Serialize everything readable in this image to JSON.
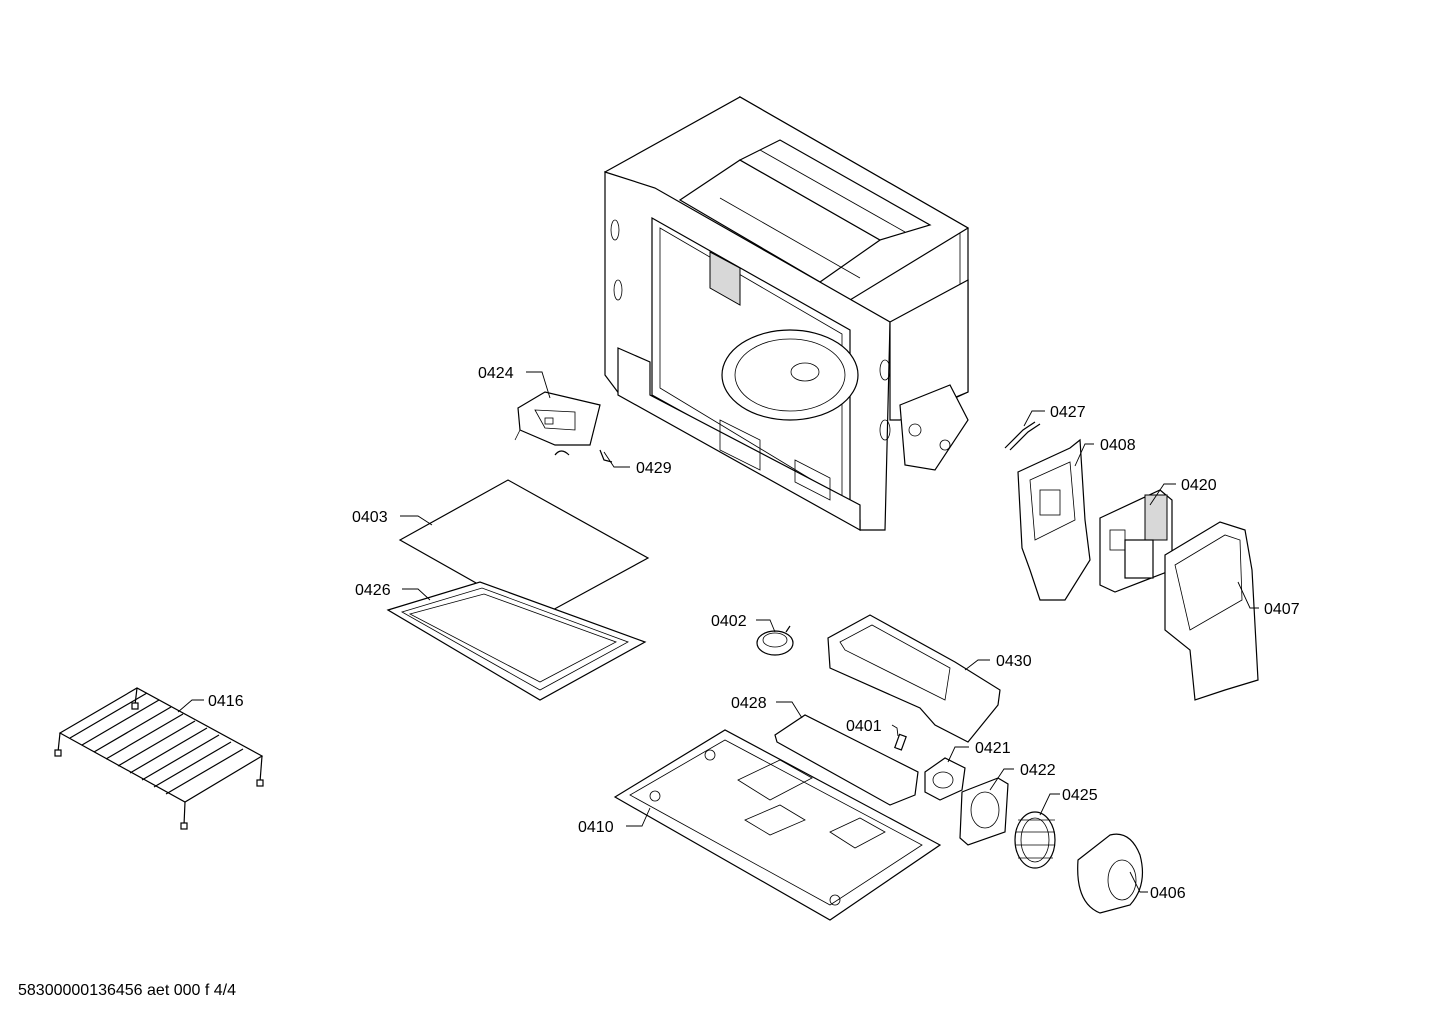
{
  "parts": [
    {
      "id": "cavity",
      "label": ""
    },
    {
      "id": "0424",
      "label": "0424"
    },
    {
      "id": "0429",
      "label": "0429"
    },
    {
      "id": "0403",
      "label": "0403"
    },
    {
      "id": "0426",
      "label": "0426"
    },
    {
      "id": "0416",
      "label": "0416"
    },
    {
      "id": "0427",
      "label": "0427"
    },
    {
      "id": "0408",
      "label": "0408"
    },
    {
      "id": "0420",
      "label": "0420"
    },
    {
      "id": "0407",
      "label": "0407"
    },
    {
      "id": "0402",
      "label": "0402"
    },
    {
      "id": "0430",
      "label": "0430"
    },
    {
      "id": "0428",
      "label": "0428"
    },
    {
      "id": "0401",
      "label": "0401"
    },
    {
      "id": "0421",
      "label": "0421"
    },
    {
      "id": "0422",
      "label": "0422"
    },
    {
      "id": "0425",
      "label": "0425"
    },
    {
      "id": "0410",
      "label": "0410"
    },
    {
      "id": "0406",
      "label": "0406"
    }
  ],
  "footer": "58300000136456 aet 000 f 4/4"
}
